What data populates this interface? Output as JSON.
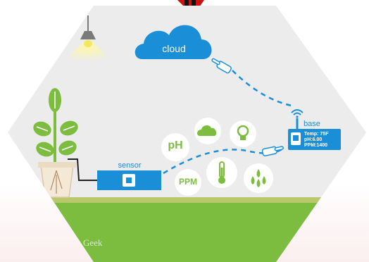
{
  "colors": {
    "background": "#ececec",
    "grass": "#7cbd3f",
    "accent_blue": "#1a8fd8",
    "leaf_green": "#7cbd3f",
    "lamp": "#f2e95a"
  },
  "nodes": {
    "cloud": {
      "label": "cloud",
      "icon": "cloud-icon"
    },
    "base": {
      "label": "base",
      "icon": "wifi-icon"
    },
    "sensor": {
      "label": "sensor",
      "icon": "chip-icon"
    }
  },
  "base_readout": {
    "temp": "Temp: 75F",
    "ph": "pH:6.00",
    "ppm": "PPM:1400"
  },
  "measurements": [
    {
      "name": "pH",
      "icon": "ph-text"
    },
    {
      "name": "PPM",
      "icon": "ppm-text"
    },
    {
      "name": "weather",
      "icon": "cloud-icon"
    },
    {
      "name": "light",
      "icon": "lightbulb-icon"
    },
    {
      "name": "temperature",
      "icon": "thermometer-icon"
    },
    {
      "name": "humidity",
      "icon": "water-drops-icon"
    }
  ],
  "labels": {
    "ph": "pH",
    "ppm": "PPM"
  },
  "watermark": "Geek"
}
